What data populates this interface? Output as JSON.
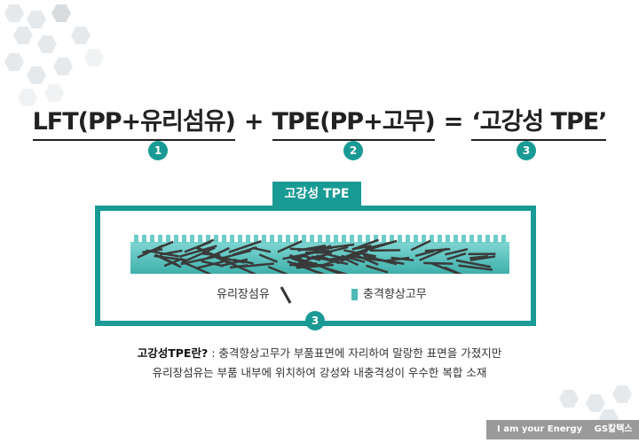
{
  "equation": {
    "term1": "LFT(PP+유리섬유)",
    "op1": "+",
    "term2": "TPE(PP+고무)",
    "op2": "=",
    "term3": "‘고강성 TPE’",
    "markers": [
      "1",
      "2",
      "3"
    ]
  },
  "diagram": {
    "label": "고강성 TPE",
    "legend_fiber": "유리장섬유",
    "legend_rubber": "충격향상고무",
    "marker": "3",
    "colors": {
      "teal": "#1a9a94",
      "rubber": "#5cc4c0",
      "fiber": "#3a3a3a"
    }
  },
  "description": {
    "bold": "고강성TPE란?",
    "line1": " : 충격향상고무가 부품표면에 자리하여 말랑한 표면을 가졌지만",
    "line2": "유리장섬유는 부품 내부에 위치하여 강성와 내충격성이 우수한 복합 소재"
  },
  "logo": {
    "slogan": "I am your Energy",
    "brand": "GS칼텍스"
  }
}
